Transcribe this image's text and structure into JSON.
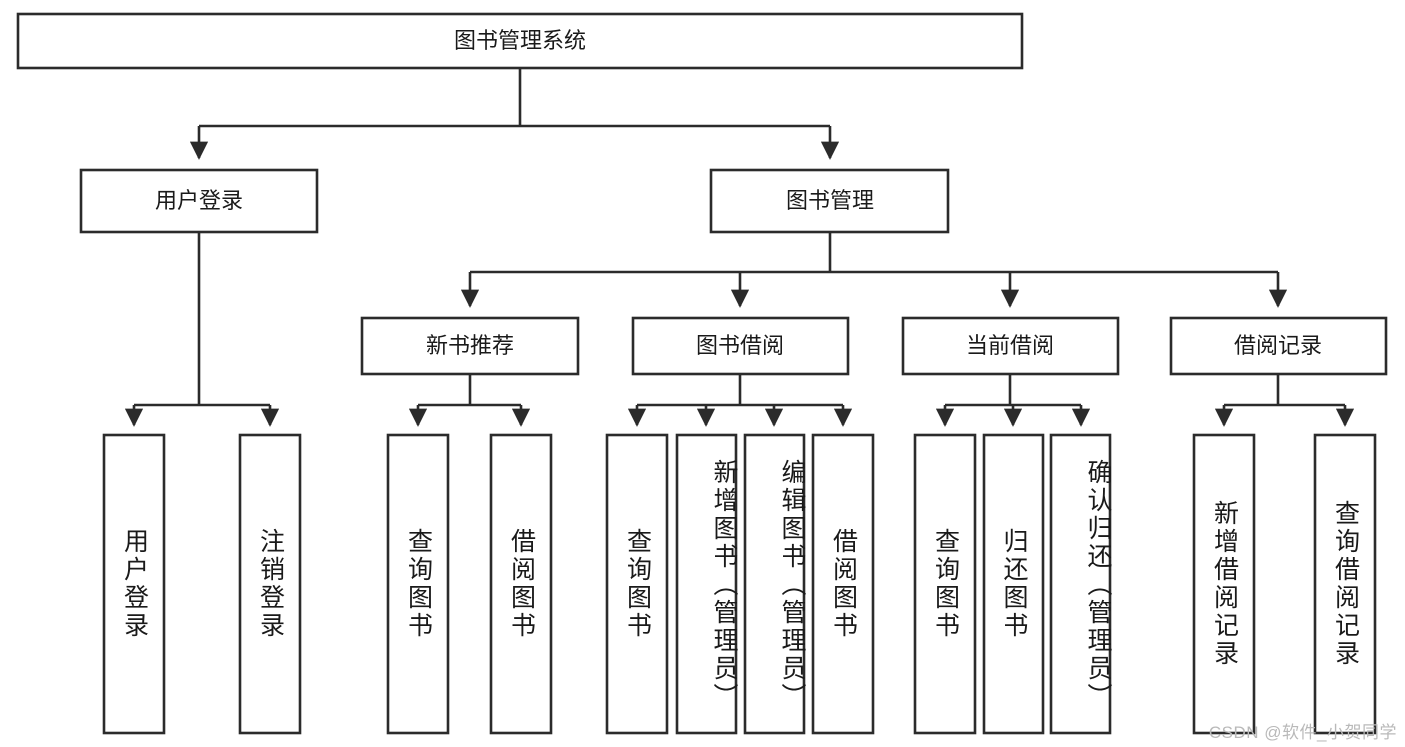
{
  "diagram": {
    "title": "图书管理系统",
    "watermark": "CSDN @软件_小贺同学",
    "type": "tree-hierarchy-diagram",
    "root": {
      "id": "root",
      "label": "图书管理系统",
      "level": 1
    },
    "level2": [
      {
        "id": "user-login",
        "label": "用户登录",
        "level": 2
      },
      {
        "id": "book-management",
        "label": "图书管理",
        "level": 2
      }
    ],
    "level3": [
      {
        "id": "new-book-recommend",
        "label": "新书推荐",
        "level": 3,
        "parent": "book-management"
      },
      {
        "id": "book-borrow",
        "label": "图书借阅",
        "level": 3,
        "parent": "book-management"
      },
      {
        "id": "current-borrow",
        "label": "当前借阅",
        "level": 3,
        "parent": "book-management"
      },
      {
        "id": "borrow-record",
        "label": "借阅记录",
        "level": 3,
        "parent": "book-management"
      }
    ],
    "leaves": [
      {
        "id": "leaf-user-login",
        "label": "用户登录",
        "parent": "user-login",
        "align": "centered"
      },
      {
        "id": "leaf-logout",
        "label": "注销登录",
        "parent": "user-login",
        "align": "centered"
      },
      {
        "id": "leaf-query-book-1",
        "label": "查询图书",
        "parent": "new-book-recommend",
        "align": "centered"
      },
      {
        "id": "leaf-borrow-book-1",
        "label": "借阅图书",
        "parent": "new-book-recommend",
        "align": "centered"
      },
      {
        "id": "leaf-query-book-2",
        "label": "查询图书",
        "parent": "book-borrow",
        "align": "centered"
      },
      {
        "id": "leaf-add-book",
        "label": "新增图书（管理员）",
        "parent": "book-borrow",
        "align": "top"
      },
      {
        "id": "leaf-edit-book",
        "label": "编辑图书（管理员）",
        "parent": "book-borrow",
        "align": "top"
      },
      {
        "id": "leaf-borrow-book-2",
        "label": "借阅图书",
        "parent": "book-borrow",
        "align": "centered"
      },
      {
        "id": "leaf-query-book-3",
        "label": "查询图书",
        "parent": "current-borrow",
        "align": "centered"
      },
      {
        "id": "leaf-return-book",
        "label": "归还图书",
        "parent": "current-borrow",
        "align": "centered"
      },
      {
        "id": "leaf-confirm-return",
        "label": "确认归还（管理员）",
        "parent": "current-borrow",
        "align": "top"
      },
      {
        "id": "leaf-add-record",
        "label": "新增借阅记录",
        "parent": "borrow-record",
        "align": "centered"
      },
      {
        "id": "leaf-query-record",
        "label": "查询借阅记录",
        "parent": "borrow-record",
        "align": "centered"
      }
    ],
    "colors": {
      "stroke": "#2b2b2b",
      "fill": "#ffffff",
      "text": "#1a1a1a",
      "watermark": "#b9b9b9"
    }
  }
}
